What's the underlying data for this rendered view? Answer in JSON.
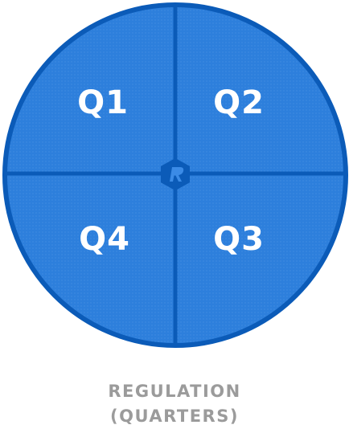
{
  "quarters": [
    {
      "id": "q1",
      "label": "Q1"
    },
    {
      "id": "q2",
      "label": "Q2"
    },
    {
      "id": "q3",
      "label": "Q3"
    },
    {
      "id": "q4",
      "label": "Q4"
    }
  ],
  "caption": {
    "line1": "REGULATION",
    "line2": "(QUARTERS)"
  },
  "colors": {
    "fill": "#2d7fdc",
    "stroke": "#0b5bb8",
    "label": "#ffffff",
    "caption": "#9b9b9b"
  },
  "icons": {
    "center": "logo-hexagon-icon"
  }
}
